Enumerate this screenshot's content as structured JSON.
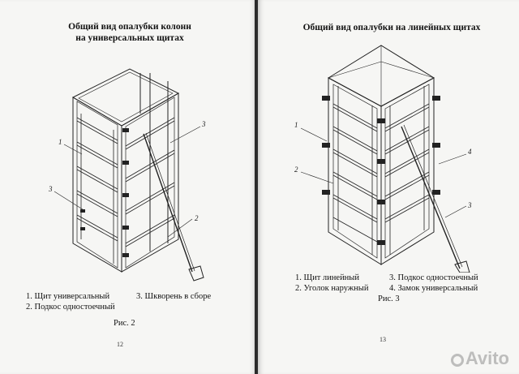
{
  "left_page": {
    "title_line1": "Общий вид опалубки колонн",
    "title_line2": "на универсальных щитах",
    "callouts": [
      "1",
      "2",
      "3",
      "3"
    ],
    "legend": {
      "item1": "1. Щит универсальный",
      "item2": "2. Подкос одностоечный",
      "item3": "3. Шкворень в сборе"
    },
    "caption": "Рис. 2",
    "page_number": "12"
  },
  "right_page": {
    "title": "Общий вид опалубки на линейных щитах",
    "callouts": [
      "1",
      "2",
      "3",
      "4"
    ],
    "legend": {
      "item1": "1. Щит линейный",
      "item2": "2. Уголок наружный",
      "item3": "3. Подкос одностоечный",
      "item4": "4. Замок универсальный"
    },
    "caption": "Рис. 3",
    "page_number": "13"
  },
  "watermark": "Avito"
}
